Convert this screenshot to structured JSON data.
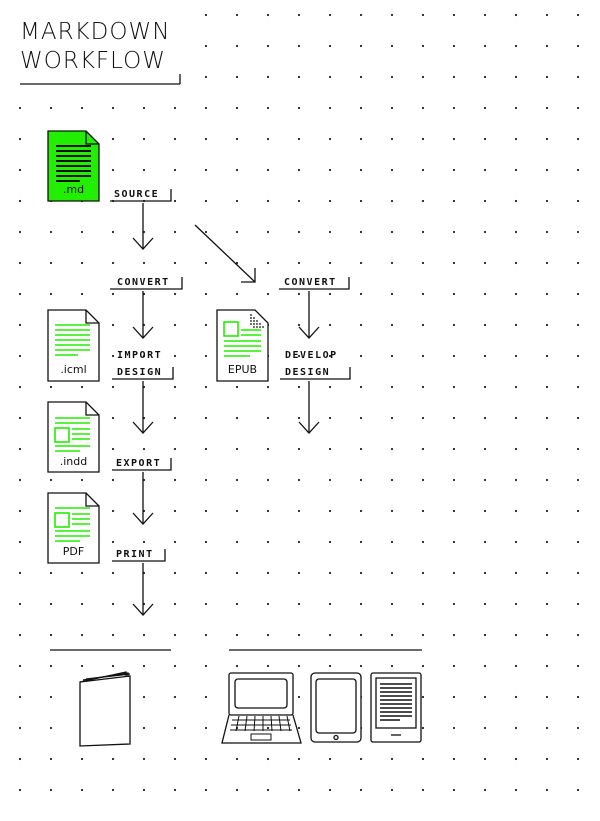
{
  "title": {
    "line1": "MARKDOWN",
    "line2": "WORKFLOW"
  },
  "colors": {
    "accent": "#22ee00",
    "ink": "#111111",
    "dot": "#222222",
    "paper": "#ffffff"
  },
  "files": {
    "md": ".md",
    "icml": ".icml",
    "indd": ".indd",
    "pdf": "PDF",
    "epub": "EPUB"
  },
  "steps": {
    "source": "SOURCE",
    "convert_print": "CONVERT",
    "convert_epub": "CONVERT",
    "import_design": {
      "line1": "IMPORT",
      "line2": "DESIGN"
    },
    "develop_design": {
      "line1": "DEVELOP",
      "line2": "DESIGN"
    },
    "export": "EXPORT",
    "print": "PRINT"
  },
  "outputs": {
    "print": {
      "icon": "booklet-icon"
    },
    "digital": {
      "icons": [
        "laptop-icon",
        "tablet-icon",
        "ereader-icon"
      ]
    }
  }
}
